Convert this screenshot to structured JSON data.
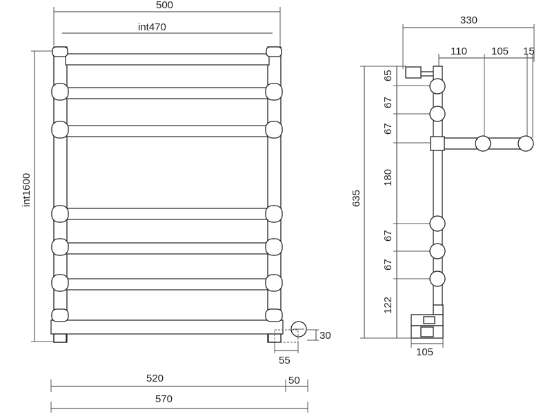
{
  "front_view": {
    "overall_width": "500",
    "inner_width": "int470",
    "height": "int1600",
    "pipe_spacing": "520",
    "connector_offset": "50",
    "total_width": "570",
    "valve_height": "30",
    "valve_offset": "55"
  },
  "side_view": {
    "depth_total": "330",
    "depth_1": "110",
    "depth_2": "105",
    "depth_3": "15",
    "height_total": "635",
    "spacing_1": "65",
    "spacing_2": "67",
    "spacing_3": "67",
    "spacing_4": "180",
    "spacing_5": "67",
    "spacing_6": "67",
    "spacing_7": "122",
    "base_width": "105"
  }
}
